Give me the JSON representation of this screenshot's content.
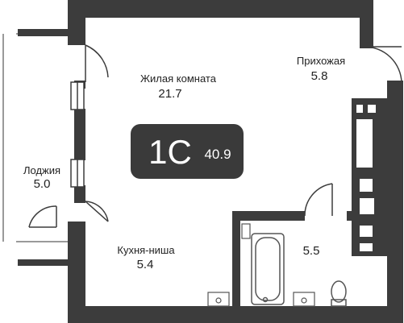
{
  "colors": {
    "wall": "#3c3c3c",
    "badge": "#3a3a3a",
    "badge_text": "#ffffff",
    "fixture": "#555555"
  },
  "badge": {
    "type": "1С",
    "total_area": "40.9"
  },
  "rooms": [
    {
      "key": "living",
      "name": "Жилая комната",
      "area": "21.7"
    },
    {
      "key": "hall",
      "name": "Прихожая",
      "area": "5.8"
    },
    {
      "key": "loggia",
      "name": "Лоджия",
      "area": "5.0"
    },
    {
      "key": "kitchen",
      "name": "Кухня-ниша",
      "area": "5.4"
    },
    {
      "key": "bathroom",
      "name": "",
      "area": "5.5"
    }
  ]
}
